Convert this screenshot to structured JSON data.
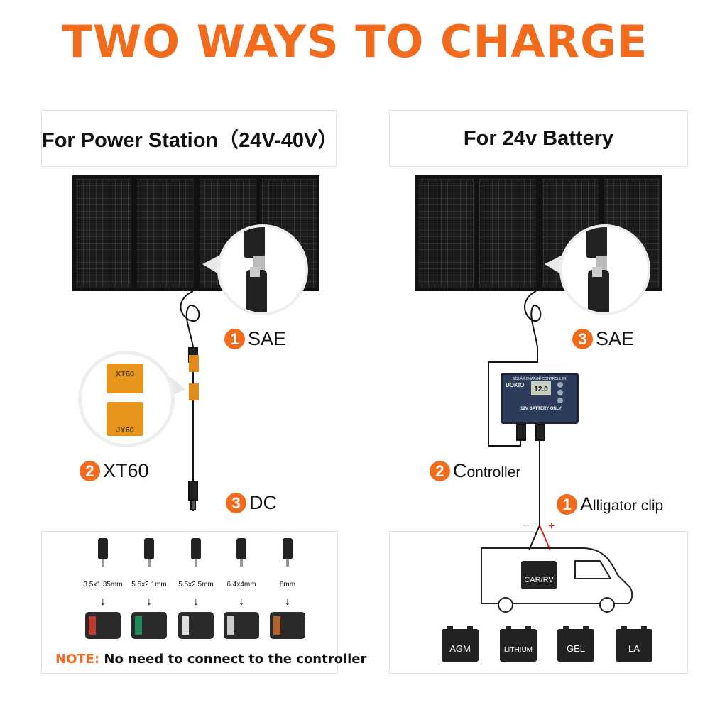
{
  "title": "TWO WAYS TO CHARGE",
  "left": {
    "header": "For Power Station（24V-40V）",
    "steps": [
      {
        "num": "1",
        "label": "SAE"
      },
      {
        "num": "2",
        "label": "XT60"
      },
      {
        "num": "3",
        "label": "DC"
      }
    ],
    "connector_top": "XT60",
    "connector_bottom": "JY60",
    "dc_sizes": [
      "3.5x1.35mm",
      "5.5x2.1mm",
      "5.5x2.5mm",
      "6.4x4mm",
      "8mm"
    ],
    "note_key": "NOTE:",
    "note_text": " No need to connect to the controller"
  },
  "right": {
    "header": "For 24v Battery",
    "steps": [
      {
        "num": "3",
        "label": "SAE"
      },
      {
        "num": "2",
        "first": "C",
        "rest": "ontroller"
      },
      {
        "num": "1",
        "first": "A",
        "rest": "lligator clip"
      }
    ],
    "controller": {
      "title": "SOLAR CHARGE CONTROLLER",
      "brand": "DOKIO",
      "display": "12.0",
      "battery_only": "12V BATTERY ONLY"
    },
    "minus": "−",
    "plus": "+",
    "vehicle_battery": "CAR/RV",
    "battery_types": [
      "AGM",
      "LITHIUM",
      "GEL",
      "LA"
    ]
  },
  "colors": {
    "accent": "#f26a1b",
    "panel": "#1b1b1d"
  }
}
